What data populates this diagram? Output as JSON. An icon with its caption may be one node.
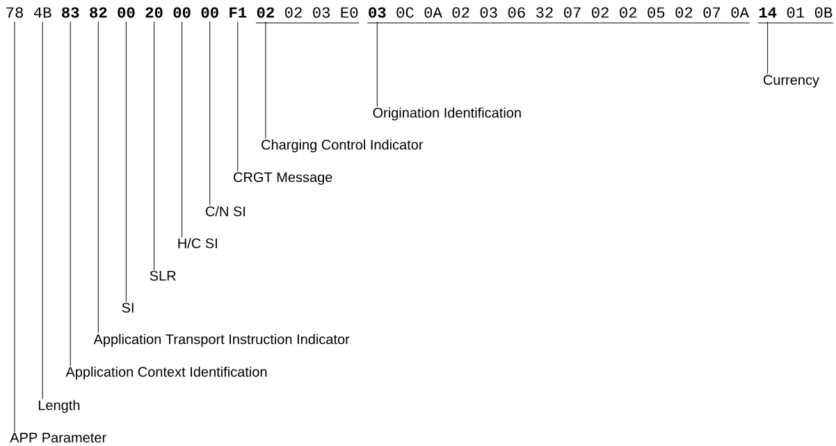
{
  "diagram": {
    "nodes": [
      {
        "text": [
          "78"
        ]
      },
      {
        "text": [
          "4B"
        ]
      },
      {
        "text": [
          "83"
        ]
      },
      {
        "text": [
          "82"
        ]
      },
      {
        "text": [
          "00"
        ]
      },
      {
        "text": [
          "20"
        ]
      },
      {
        "text": [
          "00"
        ]
      },
      {
        "text": [
          "00"
        ]
      },
      {
        "text": [
          "F1"
        ]
      },
      {
        "text": [
          "02"
        ]
      },
      {
        "text": [
          "03"
        ]
      },
      {
        "text": [
          "14"
        ]
      },
      {
        "text": [
          "APP Parameter"
        ]
      },
      {
        "text": [
          "Length"
        ]
      },
      {
        "text": [
          "Application Context Identification"
        ]
      },
      {
        "text": [
          "Application Transport Instruction Indicator"
        ]
      },
      {
        "text": [
          "SI"
        ]
      },
      {
        "text": [
          "SLR"
        ]
      },
      {
        "text": [
          "H/C SI"
        ]
      },
      {
        "text": [
          "C/N SI"
        ]
      },
      {
        "text": [
          "CRGT Message"
        ]
      },
      {
        "text": [
          "Charging Control Indicator"
        ]
      },
      {
        "text": [
          "Origination Identification"
        ]
      },
      {
        "text": [
          "Currency"
        ]
      }
    ],
    "edges": [
      {
        "from": 12,
        "to": 0,
        "arrow": "none"
      },
      {
        "from": 13,
        "to": 1,
        "arrow": "none"
      },
      {
        "from": 14,
        "to": 2,
        "arrow": "none"
      },
      {
        "from": 15,
        "to": 3,
        "arrow": "none"
      },
      {
        "from": 16,
        "to": 4,
        "arrow": "none"
      },
      {
        "from": 17,
        "to": 5,
        "arrow": "none"
      },
      {
        "from": 18,
        "to": 6,
        "arrow": "none"
      },
      {
        "from": 19,
        "to": 7,
        "arrow": "none"
      },
      {
        "from": 20,
        "to": 8,
        "arrow": "none"
      },
      {
        "from": 21,
        "to": 9,
        "arrow": "none"
      },
      {
        "from": 22,
        "to": 10,
        "arrow": "none"
      },
      {
        "from": 23,
        "to": 11,
        "arrow": "none"
      }
    ],
    "labels": [
      "02",
      "03",
      "E0",
      "0C",
      "0A",
      "02",
      "03",
      "06",
      "32",
      "07",
      "02",
      "02",
      "05",
      "02",
      "07",
      "0A",
      "01",
      "0B"
    ]
  }
}
